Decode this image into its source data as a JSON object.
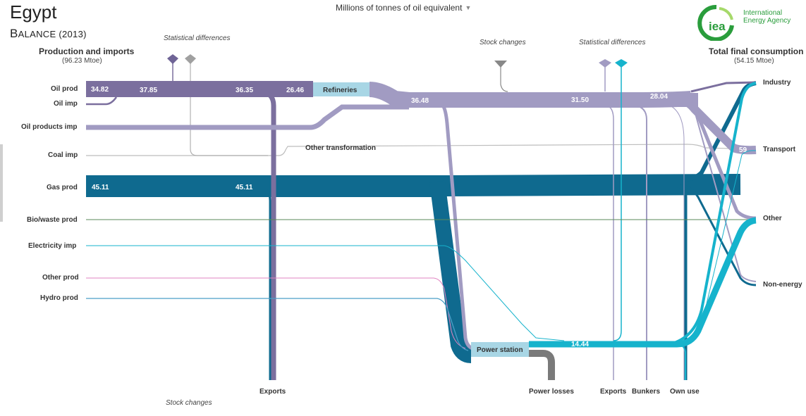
{
  "header": {
    "title": "Egypt",
    "subtitle_cap": "B",
    "subtitle_rest": "ALANCE (2013)",
    "unit_select": "Millions of tonnes of oil equivalent"
  },
  "logo": {
    "mark": "iea",
    "line1": "International",
    "line2": "Energy Agency",
    "color": "#2a9d3c"
  },
  "left_panel": {
    "heading": "Production and imports",
    "total": "(96.23 Mtoe)",
    "rows": [
      "Oil prod",
      "Oil imp",
      "Oil products imp",
      "Coal imp",
      "Gas prod",
      "Bio/waste prod",
      "Electricity imp",
      "Other prod",
      "Hydro prod"
    ]
  },
  "right_panel": {
    "heading": "Total final consumption",
    "total": "(54.15 Mtoe)",
    "rows": [
      "Industry",
      "Transport",
      "Other",
      "Non-energy"
    ]
  },
  "annotations": {
    "stat_diff_left": "Statistical differences",
    "stat_diff_right": "Statistical differences",
    "stock_changes_top": "Stock  changes",
    "stock_changes_bottom": "Stock changes",
    "other_transformation": "Other transformation"
  },
  "nodes": {
    "refineries": "Refineries",
    "power_station": "Power station"
  },
  "flow_values": {
    "oil_prod_1": "34.82",
    "oil_prod_2": "37.85",
    "oil_prod_3": "36.35",
    "oil_prod_4": "26.46",
    "refinery_out_1": "36.48",
    "refinery_out_2": "31.50",
    "refinery_out_3": "28.04",
    "transport_in": "59",
    "gas_prod_1": "45.11",
    "gas_prod_2": "45.11",
    "power_out": "14.44"
  },
  "bottom_labels": {
    "exports_left": "Exports",
    "power_losses": "Power losses",
    "exports_right": "Exports",
    "bunkers": "Bunkers",
    "own_use": "Own use"
  },
  "colors": {
    "oil": "#7b6f9e",
    "oil_products": "#a19bc2",
    "gas": "#0f6a8f",
    "electricity": "#16b3cc",
    "coal": "#bdbdbd",
    "bio": "#5a8a5a",
    "other_prod": "#e083c0",
    "hydro": "#4a9fc7",
    "losses": "#7a7a7a",
    "node_box": "#a8d6e5"
  }
}
